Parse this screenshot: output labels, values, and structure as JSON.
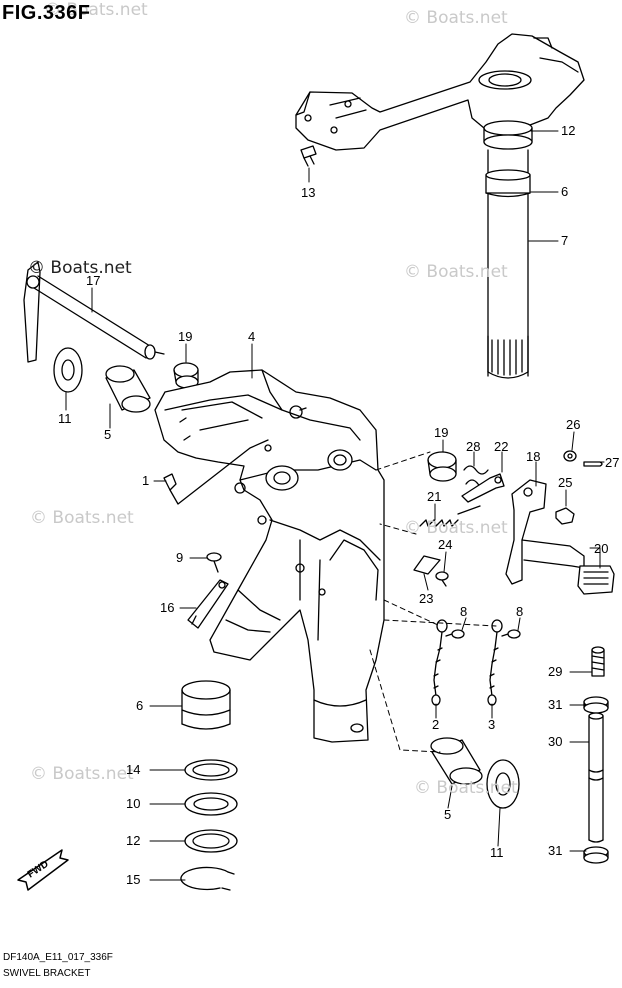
{
  "figure": {
    "title": "FIG.336F",
    "code": "DF140A_E11_017_336F",
    "caption": "SWIVEL BRACKET",
    "fwd_label": "FWD"
  },
  "watermark_text": "© Boats.net",
  "callouts": {
    "c1": "1",
    "c2": "2",
    "c3": "3",
    "c4": "4",
    "c5a": "5",
    "c5b": "5",
    "c6a": "6",
    "c6b": "6",
    "c7": "7",
    "c8a": "8",
    "c8b": "8",
    "c9": "9",
    "c10": "10",
    "c11a": "11",
    "c11b": "11",
    "c12a": "12",
    "c12b": "12",
    "c13": "13",
    "c14": "14",
    "c15": "15",
    "c16": "16",
    "c17": "17",
    "c18": "18",
    "c19a": "19",
    "c19b": "19",
    "c20": "20",
    "c21": "21",
    "c22": "22",
    "c23": "23",
    "c24": "24",
    "c25": "25",
    "c26": "26",
    "c27": "27",
    "c28": "28",
    "c29": "29",
    "c30": "30",
    "c31a": "31",
    "c31b": "31"
  }
}
